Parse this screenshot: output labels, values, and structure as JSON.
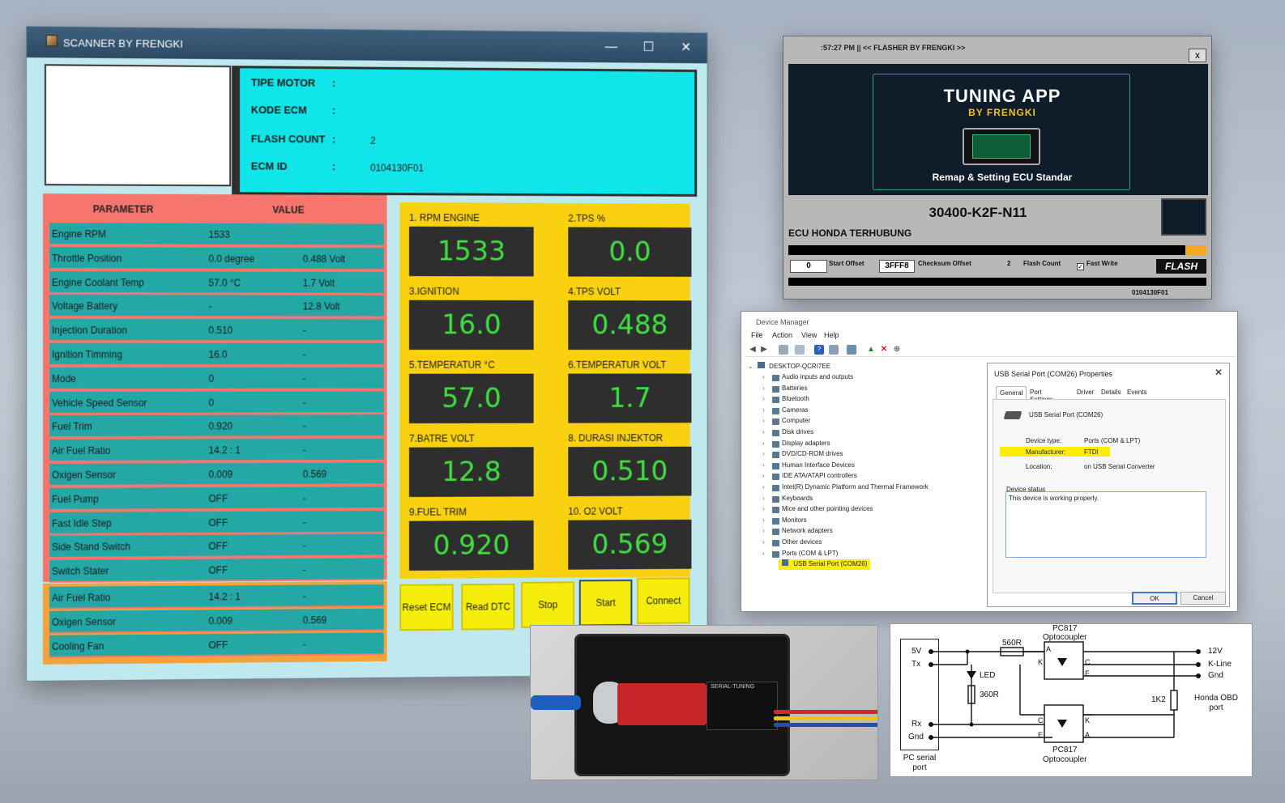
{
  "scanner": {
    "window_title": "SCANNER BY FRENGKI",
    "info": {
      "tipe_motor_label": "TIPE MOTOR",
      "tipe_motor_value": "",
      "kode_ecm_label": "KODE ECM",
      "kode_ecm_value": "",
      "flash_count_label": "FLASH COUNT",
      "flash_count_value": "2",
      "ecm_id_label": "ECM ID",
      "ecm_id_value": "0104130F01",
      "colon": ":"
    },
    "param_header": {
      "parameter": "PARAMETER",
      "value": "VALUE"
    },
    "params": [
      {
        "name": "Engine RPM",
        "value": "1533",
        "volt": ""
      },
      {
        "name": "Throttle Position",
        "value": "0.0 degree",
        "volt": "0.488 Volt"
      },
      {
        "name": "Engine Coolant Temp",
        "value": "57.0 °C",
        "volt": "1.7 Volt"
      },
      {
        "name": "Voltage Battery",
        "value": "-",
        "volt": "12.8 Volt"
      },
      {
        "name": "Injection Duration",
        "value": "0.510",
        "volt": "-"
      },
      {
        "name": "Ignition Timming",
        "value": "16.0",
        "volt": "-"
      },
      {
        "name": "Mode",
        "value": "0",
        "volt": "-"
      },
      {
        "name": "Vehicle Speed Sensor",
        "value": "0",
        "volt": "-"
      },
      {
        "name": "Fuel Trim",
        "value": "0.920",
        "volt": "-"
      },
      {
        "name": "Air Fuel Ratio",
        "value": "14.2 : 1",
        "volt": "-"
      },
      {
        "name": "Oxigen Sensor",
        "value": "0.009",
        "volt": "0.569"
      },
      {
        "name": "Fuel Pump",
        "value": "OFF",
        "volt": "-"
      },
      {
        "name": "Fast Idle Step",
        "value": "OFF",
        "volt": "-"
      },
      {
        "name": "Side Stand Switch",
        "value": "OFF",
        "volt": "-"
      },
      {
        "name": "Switch Stater",
        "value": "OFF",
        "volt": "-"
      }
    ],
    "params2": [
      {
        "name": "Air Fuel Ratio",
        "value": "14.2 : 1",
        "volt": "-"
      },
      {
        "name": "Oxigen Sensor",
        "value": "0.009",
        "volt": "0.569"
      },
      {
        "name": "Cooling Fan",
        "value": "OFF",
        "volt": "-"
      }
    ],
    "gauges": [
      {
        "label": "1. RPM ENGINE",
        "value": "1533"
      },
      {
        "label": "2.TPS %",
        "value": "0.0"
      },
      {
        "label": "3.IGNITION",
        "value": "16.0"
      },
      {
        "label": "4.TPS VOLT",
        "value": "0.488"
      },
      {
        "label": "5.TEMPERATUR °C",
        "value": "57.0"
      },
      {
        "label": "6.TEMPERATUR VOLT",
        "value": "1.7"
      },
      {
        "label": "7.BATRE VOLT",
        "value": "12.8"
      },
      {
        "label": "8. DURASI INJEKTOR",
        "value": "0.510"
      },
      {
        "label": "9.FUEL TRIM",
        "value": "0.920"
      },
      {
        "label": "10. O2 VOLT",
        "value": "0.569"
      }
    ],
    "buttons": {
      "reset": "Reset ECM",
      "read_dtc": "Read DTC",
      "stop": "Stop",
      "start": "Start",
      "connect": "Connect"
    },
    "window_controls": {
      "minimize": "—",
      "maximize": "☐",
      "close": "✕"
    }
  },
  "flasher": {
    "title": ":57:27 PM  ||  << FLASHER BY FRENGKI >>",
    "close": "x",
    "banner_title": "TUNING APP",
    "banner_sub": "BY FRENGKI",
    "banner_caption": "Remap & Setting ECU Standar",
    "part_number": "30400-K2F-N11",
    "status": "ECU HONDA TERHUBUNG",
    "start_offset_value": "0",
    "start_offset_label": "Start Offset",
    "checksum_value": "3FFF8",
    "checksum_label": "Checksum Offset",
    "flash_count_value": "2",
    "flash_count_label": "Flash Count",
    "fast_write_label": "Fast Write",
    "flash_button": "FLASH",
    "ecm_id": "0104130F01"
  },
  "device_manager": {
    "title": "Device Manager",
    "menu": [
      "File",
      "Action",
      "View",
      "Help"
    ],
    "root": "DESKTOP-QCRI7EE",
    "items": [
      "Audio inputs and outputs",
      "Batteries",
      "Bluetooth",
      "Cameras",
      "Computer",
      "Disk drives",
      "Display adapters",
      "DVD/CD-ROM drives",
      "Human Interface Devices",
      "IDE ATA/ATAPI controllers",
      "Intel(R) Dynamic Platform and Thermal Framework",
      "Keyboards",
      "Mice and other pointing devices",
      "Monitors",
      "Network adapters",
      "Other devices",
      "Ports (COM & LPT)"
    ],
    "sub_item": "USB Serial Port (COM26)",
    "highlight_color": "#ffee00"
  },
  "properties": {
    "title": "USB Serial Port (COM26) Properties",
    "tabs": [
      "General",
      "Port Settings",
      "Driver",
      "Details",
      "Events"
    ],
    "device_name": "USB Serial Port (COM26)",
    "device_type_label": "Device type:",
    "device_type_value": "Ports (COM & LPT)",
    "manufacturer_label": "Manufacturer:",
    "manufacturer_value": "FTDI",
    "location_label": "Location:",
    "location_value": "on USB Serial Converter",
    "status_heading": "Device status",
    "status_text": "This device is working properly.",
    "ok": "OK",
    "cancel": "Cancel"
  },
  "photo": {
    "board_label": "SERIAL-TUNING"
  },
  "schematic": {
    "left_labels": [
      "5V",
      "Tx",
      "Rx",
      "Gnd"
    ],
    "pc_label": "PC serial port",
    "right_labels": [
      "12V",
      "K-Line",
      "Gnd"
    ],
    "obd_label": "Honda OBD port",
    "top_part": "PC817",
    "top_part_sub": "Optocoupler",
    "bottom_part": "PC817",
    "bottom_part_sub": "Optocoupler",
    "r1": "560R",
    "r2": "360R",
    "r3": "1K2",
    "led": "LED",
    "pins": [
      "A",
      "K",
      "C",
      "E",
      "C",
      "E",
      "K",
      "A"
    ]
  }
}
